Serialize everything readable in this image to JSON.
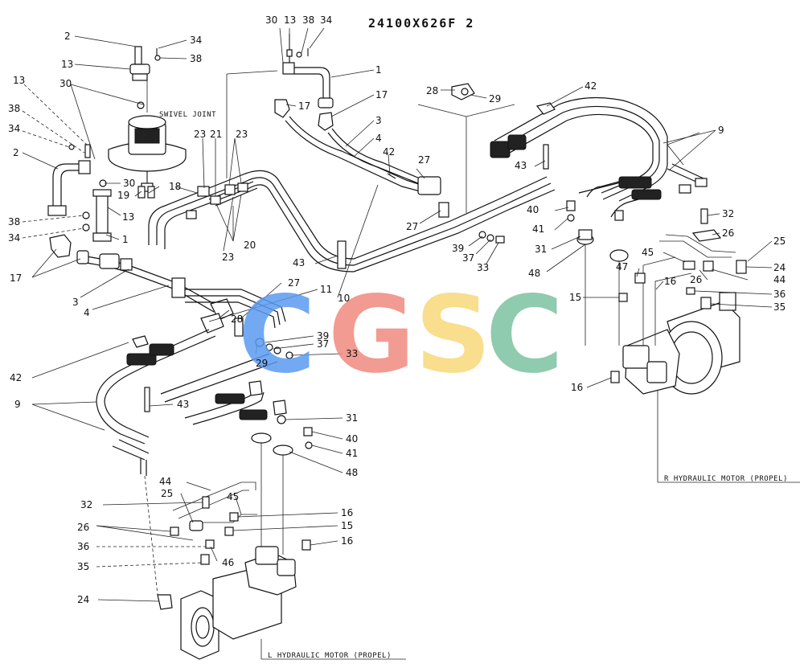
{
  "drawing_code": "24100X626F 2",
  "captions": {
    "swivel_joint": "SWIVEL JOINT",
    "r_motor": "R HYDRAULIC MOTOR (PROPEL)",
    "l_motor": "L HYDRAULIC MOTOR (PROPEL)"
  },
  "watermark": {
    "letters": [
      "C",
      "G",
      "S",
      "C"
    ],
    "colors": [
      "#5b9bf0",
      "#f08a80",
      "#f7d97a",
      "#7cc2a0"
    ]
  },
  "callouts": [
    {
      "id": "c1",
      "text": "2"
    },
    {
      "id": "c2",
      "text": "34"
    },
    {
      "id": "c3",
      "text": "13"
    },
    {
      "id": "c4",
      "text": "38"
    },
    {
      "id": "c5",
      "text": "30"
    },
    {
      "id": "c6",
      "text": "13"
    },
    {
      "id": "c7",
      "text": "38"
    },
    {
      "id": "c8",
      "text": "34"
    },
    {
      "id": "c9",
      "text": "1"
    },
    {
      "id": "c10",
      "text": "17"
    },
    {
      "id": "c11",
      "text": "17"
    },
    {
      "id": "c12",
      "text": "3"
    },
    {
      "id": "c13",
      "text": "4"
    },
    {
      "id": "c14",
      "text": "42"
    },
    {
      "id": "c15",
      "text": "28"
    },
    {
      "id": "c16",
      "text": "29"
    },
    {
      "id": "c17",
      "text": "42"
    },
    {
      "id": "c18",
      "text": "9"
    },
    {
      "id": "c19",
      "text": "13"
    },
    {
      "id": "c20",
      "text": "38"
    },
    {
      "id": "c21",
      "text": "34"
    },
    {
      "id": "c22",
      "text": "30"
    },
    {
      "id": "c23",
      "text": "2"
    },
    {
      "id": "c24",
      "text": "23"
    },
    {
      "id": "c25",
      "text": "21"
    },
    {
      "id": "c26",
      "text": "23"
    },
    {
      "id": "c27",
      "text": "18"
    },
    {
      "id": "c28",
      "text": "30"
    },
    {
      "id": "c29",
      "text": "19"
    },
    {
      "id": "c30",
      "text": "13"
    },
    {
      "id": "c31",
      "text": "38"
    },
    {
      "id": "c32",
      "text": "34"
    },
    {
      "id": "c33",
      "text": "1"
    },
    {
      "id": "c34",
      "text": "17"
    },
    {
      "id": "c35",
      "text": "20"
    },
    {
      "id": "c36",
      "text": "23"
    },
    {
      "id": "c37",
      "text": "3"
    },
    {
      "id": "c38",
      "text": "4"
    },
    {
      "id": "c39",
      "text": "27"
    },
    {
      "id": "c40",
      "text": "27"
    },
    {
      "id": "c41",
      "text": "43"
    },
    {
      "id": "c42",
      "text": "40"
    },
    {
      "id": "c43",
      "text": "41"
    },
    {
      "id": "c44",
      "text": "31"
    },
    {
      "id": "c45",
      "text": "48"
    },
    {
      "id": "c46",
      "text": "39"
    },
    {
      "id": "c47",
      "text": "37"
    },
    {
      "id": "c48",
      "text": "33"
    },
    {
      "id": "c49",
      "text": "43"
    },
    {
      "id": "c50",
      "text": "10"
    },
    {
      "id": "c51",
      "text": "11"
    },
    {
      "id": "c52",
      "text": "27"
    },
    {
      "id": "c53",
      "text": "32"
    },
    {
      "id": "c54",
      "text": "26"
    },
    {
      "id": "c55",
      "text": "25"
    },
    {
      "id": "c56",
      "text": "24"
    },
    {
      "id": "c57",
      "text": "45"
    },
    {
      "id": "c58",
      "text": "47"
    },
    {
      "id": "c59",
      "text": "16"
    },
    {
      "id": "c60",
      "text": "26"
    },
    {
      "id": "c61",
      "text": "44"
    },
    {
      "id": "c62",
      "text": "36"
    },
    {
      "id": "c63",
      "text": "35"
    },
    {
      "id": "c64",
      "text": "15"
    },
    {
      "id": "c65",
      "text": "16"
    },
    {
      "id": "c66",
      "text": "28"
    },
    {
      "id": "c67",
      "text": "39"
    },
    {
      "id": "c68",
      "text": "37"
    },
    {
      "id": "c69",
      "text": "33"
    },
    {
      "id": "c70",
      "text": "29"
    },
    {
      "id": "c71",
      "text": "42"
    },
    {
      "id": "c72",
      "text": "9"
    },
    {
      "id": "c73",
      "text": "43"
    },
    {
      "id": "c74",
      "text": "31"
    },
    {
      "id": "c75",
      "text": "40"
    },
    {
      "id": "c76",
      "text": "41"
    },
    {
      "id": "c77",
      "text": "48"
    },
    {
      "id": "c78",
      "text": "44"
    },
    {
      "id": "c79",
      "text": "25"
    },
    {
      "id": "c80",
      "text": "45"
    },
    {
      "id": "c81",
      "text": "32"
    },
    {
      "id": "c82",
      "text": "16"
    },
    {
      "id": "c83",
      "text": "26"
    },
    {
      "id": "c84",
      "text": "15"
    },
    {
      "id": "c85",
      "text": "36"
    },
    {
      "id": "c86",
      "text": "46"
    },
    {
      "id": "c87",
      "text": "16"
    },
    {
      "id": "c88",
      "text": "35"
    },
    {
      "id": "c89",
      "text": "24"
    }
  ]
}
